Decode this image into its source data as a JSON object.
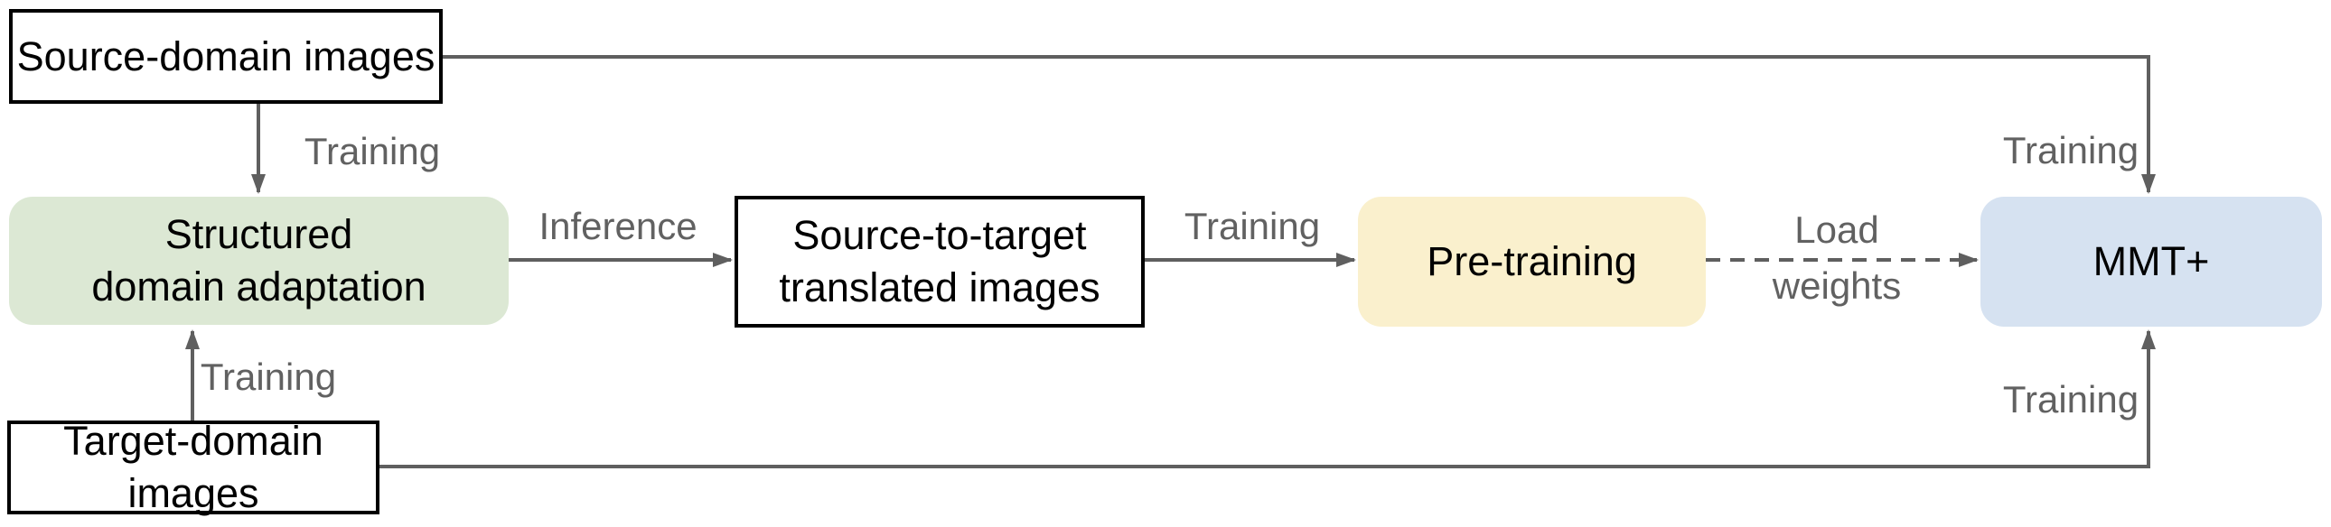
{
  "diagram": {
    "nodes": {
      "source_domain_images": {
        "label": "Source-domain images",
        "fill": "#ffffff",
        "border": "#000000",
        "shape": "rectangle"
      },
      "structured_domain_adaptation": {
        "line1": "Structured",
        "line2": "domain adaptation",
        "fill": "#dce8d4",
        "shape": "rounded"
      },
      "source_to_target_translated": {
        "line1": "Source-to-target",
        "line2": "translated images",
        "fill": "#ffffff",
        "border": "#000000",
        "shape": "rectangle"
      },
      "pre_training": {
        "label": "Pre-training",
        "fill": "#faf0cd",
        "shape": "rounded"
      },
      "mmt_plus": {
        "label": "MMT+",
        "fill": "#d6e2f1",
        "shape": "rounded"
      },
      "target_domain_images": {
        "label": "Target-domain images",
        "fill": "#ffffff",
        "border": "#000000",
        "shape": "rectangle"
      }
    },
    "edge_labels": {
      "source_to_sda": "Training",
      "target_to_sda": "Training",
      "sda_to_translated": "Inference",
      "translated_to_pretraining": "Training",
      "pretraining_to_mmt_line1": "Load",
      "pretraining_to_mmt_line2": "weights",
      "source_to_mmt": "Training",
      "target_to_mmt": "Training"
    },
    "edge_styles": {
      "pretraining_to_mmt": "dashed",
      "all_others": "solid"
    },
    "colors": {
      "line": "#5f5f5f",
      "edge_label_text": "#616161",
      "node_text": "#000000",
      "green_fill": "#dce8d4",
      "yellow_fill": "#faf0cd",
      "blue_fill": "#d6e2f1",
      "white_fill": "#ffffff",
      "box_border": "#000000",
      "background": "#ffffff"
    }
  }
}
